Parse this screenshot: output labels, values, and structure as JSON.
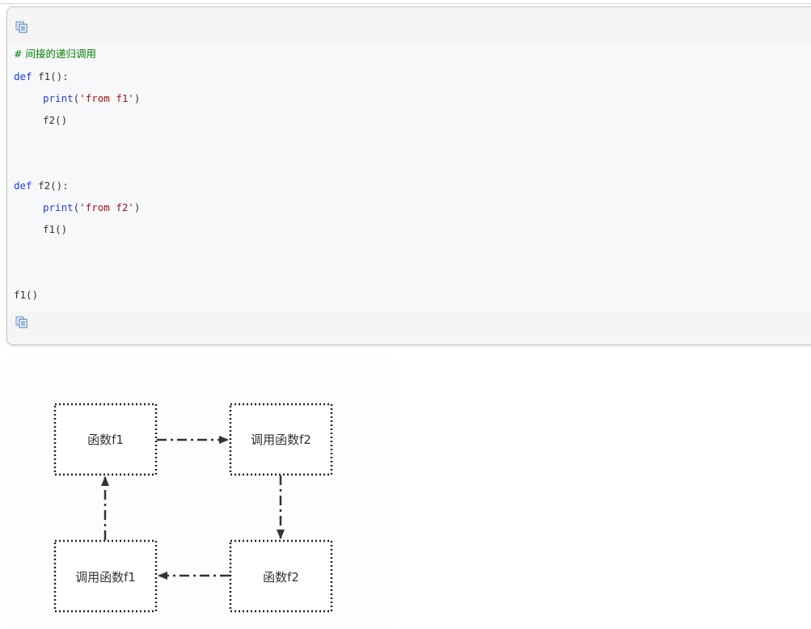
{
  "code_block": {
    "lines": {
      "comment": "# 间接的递归调用",
      "def1_kw": "def",
      "def1_rest": " f1():",
      "print1_fn": "print",
      "print1_open": "(",
      "print1_str": "'from f1'",
      "print1_close": ")",
      "call_f2": "f2()",
      "def2_kw": "def",
      "def2_rest": " f2():",
      "print2_fn": "print",
      "print2_open": "(",
      "print2_str": "'from f2'",
      "print2_close": ")",
      "call_f1": "f1()",
      "call_main": "f1()"
    },
    "copy_icon": "copy-code-icon"
  },
  "diagram": {
    "nodes": {
      "func_f1": "函数f1",
      "call_f2": "调用函数f2",
      "call_f1": "调用函数f1",
      "func_f2": "函数f2"
    },
    "edge_style": "dash-dot",
    "colors": {
      "stroke": "#333333",
      "border": "#222222"
    }
  }
}
